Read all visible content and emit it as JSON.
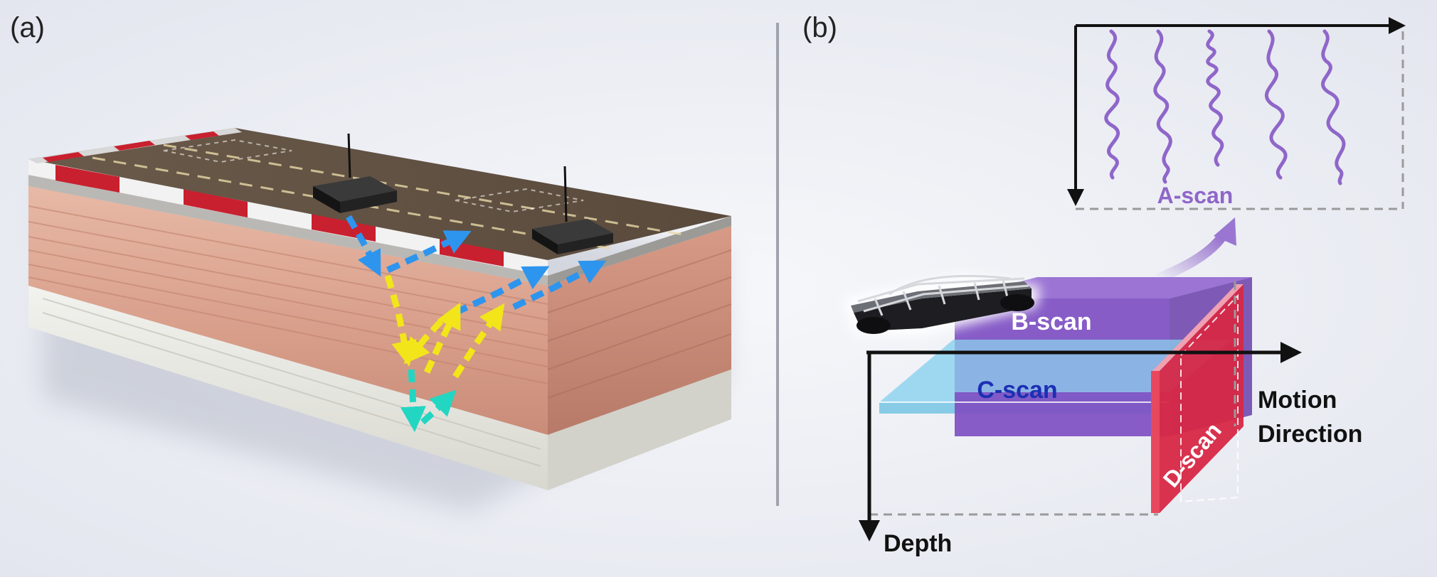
{
  "panels": {
    "a": {
      "label": "(a)"
    },
    "b": {
      "label": "(b)"
    }
  },
  "scan_labels": {
    "a_scan": "A-scan",
    "b_scan": "B-scan",
    "c_scan": "C-scan",
    "d_scan": "D-scan"
  },
  "axis_labels": {
    "motion_line1": "Motion",
    "motion_line2": "Direction",
    "depth": "Depth"
  },
  "colors": {
    "background": "#eceef4",
    "a_scan": "#8f66c9",
    "b_scan": "#7e4fc2",
    "c_scan": "#8fd3ee",
    "c_scan_text": "#1c2fb3",
    "d_scan": "#d72846",
    "downward_wave": "#f2e51a",
    "reflected_wave": "#2d95ee",
    "deep_wave": "#22d6c2"
  }
}
